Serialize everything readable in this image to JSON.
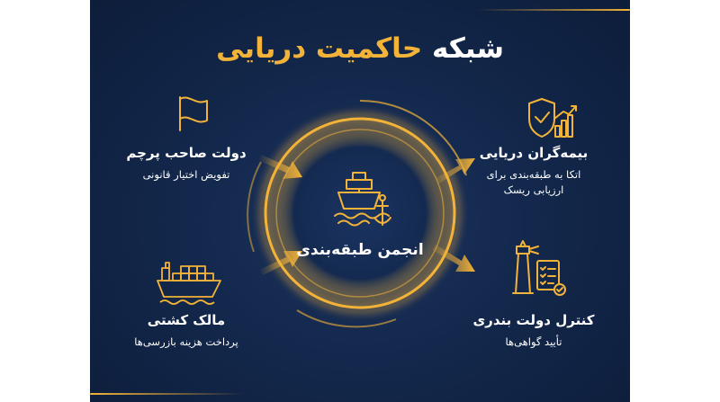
{
  "title": {
    "part_white": "شبکه",
    "part_gold": "حاکمیت دریایی"
  },
  "center": {
    "label": "انجمن طبقه‌بندی"
  },
  "nodes": {
    "flag_state": {
      "title": "دولت صاحب پرچم",
      "subtitle": "تفویض اختیار قانونی"
    },
    "ship_owner": {
      "title": "مالک کشتی",
      "subtitle": "پرداخت هزینه بازرسی‌ها"
    },
    "insurers": {
      "title": "بیمه‌گران دریایی",
      "subtitle_line1": "اتکا به طبقه‌بندی برای",
      "subtitle_line2": "ارزیابی ریسک"
    },
    "port_state": {
      "title": "کنترل دولت بندری",
      "subtitle": "تأیید گواهی‌ها"
    }
  },
  "icons": {
    "flag": "flag-icon",
    "ship": "ship-anchor-icon",
    "cargo": "cargo-ship-icon",
    "shield": "shield-chart-icon",
    "lighthouse": "lighthouse-checklist-icon"
  },
  "colors": {
    "background": "#13284c",
    "accent": "#f3b339",
    "text": "#ffffff"
  }
}
